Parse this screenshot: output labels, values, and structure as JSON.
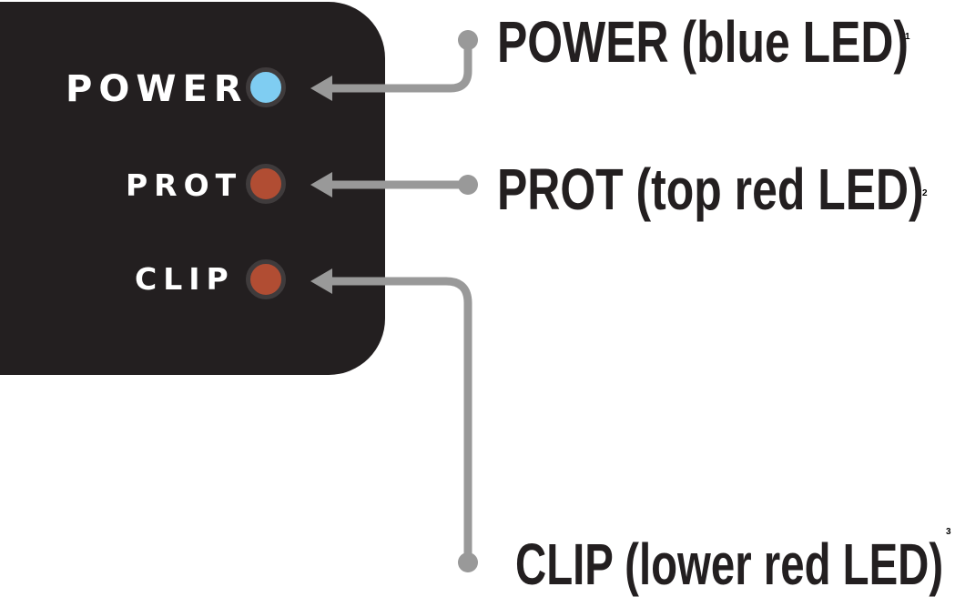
{
  "panel": {
    "labels": {
      "power": "POWER",
      "prot": "PROT",
      "clip": "CLIP"
    },
    "led_colors": {
      "power": "#7fcdf2",
      "prot": "#b14d33",
      "clip": "#b14d33"
    }
  },
  "callouts": {
    "power": {
      "text": "POWER (blue LED)",
      "note": "1"
    },
    "prot": {
      "text": "PROT (top red LED)",
      "note": "2"
    },
    "clip": {
      "text": "CLIP (lower red LED)",
      "note": "3"
    }
  },
  "colors": {
    "panel": "#231f20",
    "connector": "#999999",
    "text": "#231f20"
  }
}
